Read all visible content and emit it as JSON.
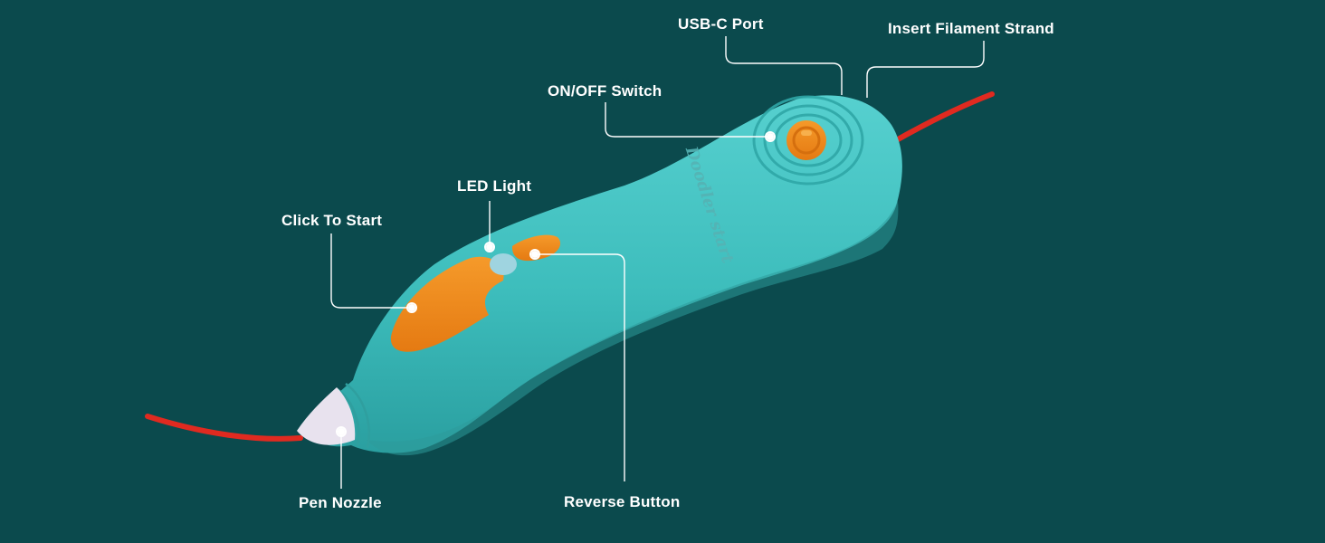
{
  "labels": {
    "usb_c_port": "USB-C Port",
    "insert_filament_strand": "Insert Filament Strand",
    "on_off_switch": "ON/OFF Switch",
    "led_light": "LED Light",
    "click_to_start": "Click To Start",
    "pen_nozzle": "Pen Nozzle",
    "reverse_button": "Reverse Button"
  },
  "brand": {
    "logo_text": "Doodler start"
  },
  "colors": {
    "background": "#0b4a4d",
    "pen_body": "#3fc1c0",
    "buttons": "#f08a1c",
    "filament": "#e02a20",
    "leader_lines": "#ffffff"
  }
}
